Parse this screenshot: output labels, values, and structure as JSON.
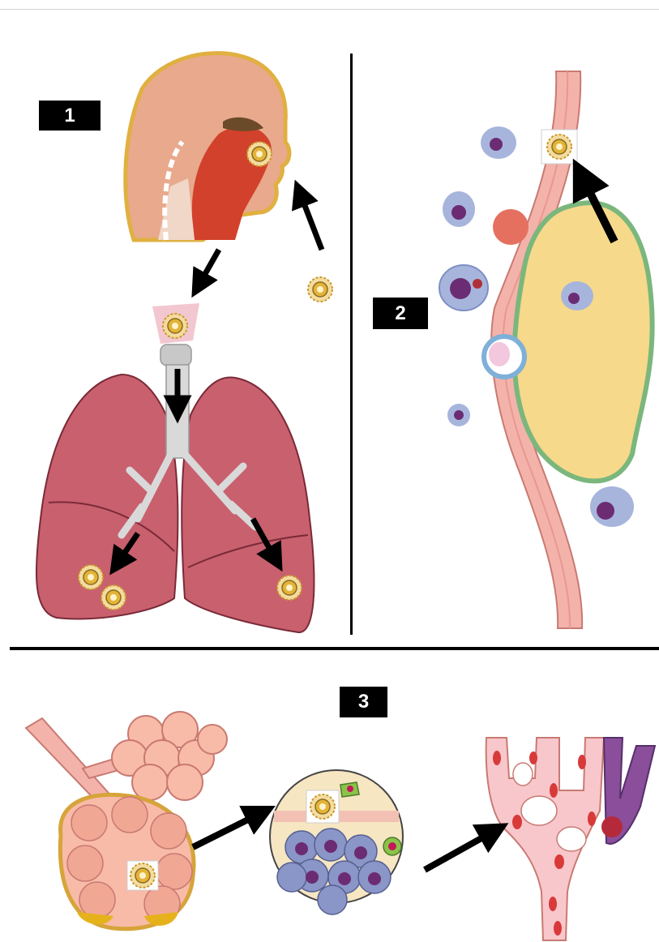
{
  "steps": {
    "step1": "1",
    "step2": "2",
    "step3": "3"
  },
  "colors": {
    "skin": "#e8a98c",
    "airway_red": "#d2412b",
    "lung": "#c9606e",
    "trachea": "#c8c8c8",
    "vessel": "#f3b3ab",
    "alveolus": "#f6d98a",
    "pathogen": "#e3b43a",
    "immune_cell": "#a7b5dc",
    "nucleus": "#6b2c73",
    "blood_cell": "#d83a3a",
    "arrow": "#000000"
  }
}
